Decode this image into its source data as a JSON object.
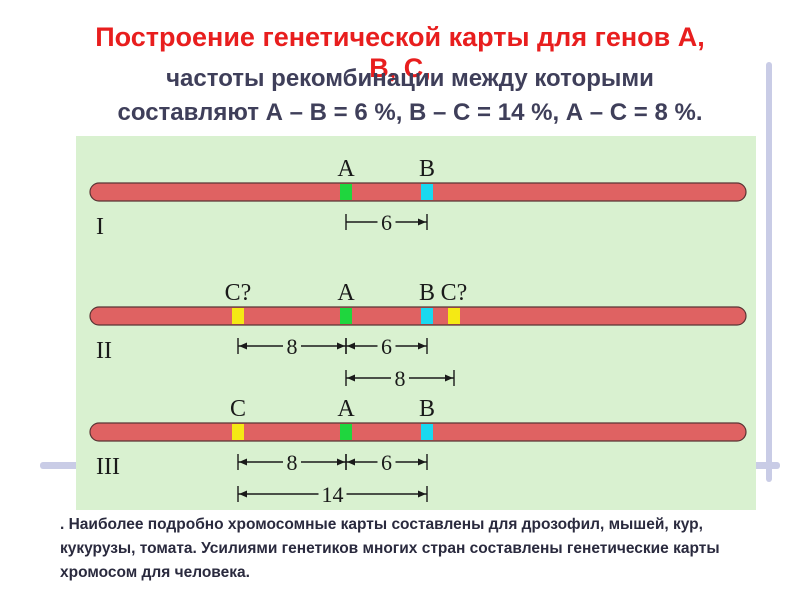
{
  "header": {
    "title_line1": "Построение генетической карты для генов А,",
    "title_line2": "В, С,",
    "subtitle_line1": "частоты рекомбинации между которыми",
    "subtitle_line2": "составляют А – В = 6 %, В – С = 14 %, А – С = 8 %."
  },
  "colors": {
    "title": "#e81e1e",
    "chromosome": "#df6262",
    "gene_a": "#1fd63e",
    "gene_b": "#19d8f0",
    "gene_c": "#f5e914",
    "panel_bg": "#d9f1d0"
  },
  "diagram": {
    "rows": [
      {
        "numeral": "I",
        "genes": [
          {
            "label": "A",
            "pos": 0,
            "color": "gene_a"
          },
          {
            "label": "B",
            "pos": 6,
            "color": "gene_b"
          }
        ],
        "distances": [
          {
            "from": 0,
            "to": 6,
            "label": "6",
            "level": 0,
            "left_arrow": false
          }
        ]
      },
      {
        "numeral": "II",
        "genes": [
          {
            "label": "C?",
            "pos": -8,
            "color": "gene_c"
          },
          {
            "label": "A",
            "pos": 0,
            "color": "gene_a"
          },
          {
            "label": "B",
            "pos": 6,
            "color": "gene_b"
          },
          {
            "label": "C?",
            "pos": 8,
            "color": "gene_c"
          }
        ],
        "distances": [
          {
            "from": -8,
            "to": 0,
            "label": "8",
            "level": 0,
            "left_arrow": true
          },
          {
            "from": 0,
            "to": 6,
            "label": "6",
            "level": 0,
            "left_arrow": true
          },
          {
            "from": 0,
            "to": 8,
            "label": "8",
            "level": 1,
            "left_arrow": true
          }
        ]
      },
      {
        "numeral": "III",
        "genes": [
          {
            "label": "C",
            "pos": -8,
            "color": "gene_c"
          },
          {
            "label": "A",
            "pos": 0,
            "color": "gene_a"
          },
          {
            "label": "B",
            "pos": 6,
            "color": "gene_b"
          }
        ],
        "distances": [
          {
            "from": -8,
            "to": 0,
            "label": "8",
            "level": 0,
            "left_arrow": true
          },
          {
            "from": 0,
            "to": 6,
            "label": "6",
            "level": 0,
            "left_arrow": true
          },
          {
            "from": -8,
            "to": 6,
            "label": "14",
            "level": 1,
            "left_arrow": true
          }
        ]
      }
    ]
  },
  "caption": ". Наиболее подробно хромосомные карты составлены для дрозофил, мышей, кур, кукурузы, томата. Усилиями генетиков многих стран составлены генетические карты хромосом для человека."
}
